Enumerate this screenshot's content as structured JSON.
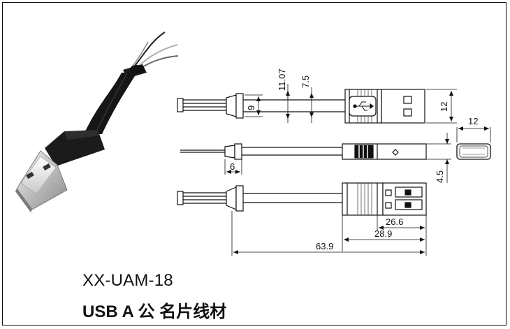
{
  "product": {
    "model": "XX-UAM-18",
    "description": "USB A 公  名片线材"
  },
  "dimensions": {
    "wire_pitch_height": "11.07",
    "step_height": "7.5",
    "cable_height": "9",
    "plug_width": "12",
    "plug_end_width": "12",
    "strain_relief_length": "6",
    "plug_thickness": "4.5",
    "plug_length": "26.6",
    "head_length": "28.9",
    "overall_length": "63.9"
  }
}
